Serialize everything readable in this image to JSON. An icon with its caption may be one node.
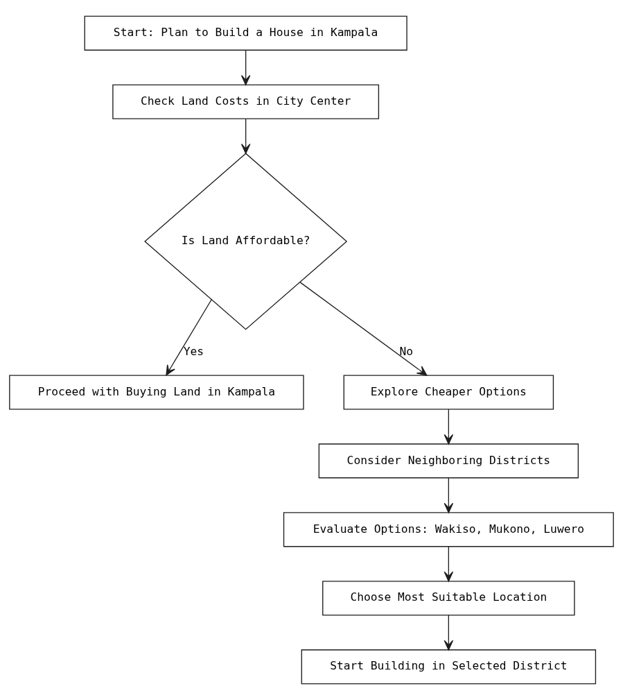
{
  "diagram": {
    "nodes": [
      {
        "text": [
          "Start: Plan to Build a House in Kampala"
        ]
      },
      {
        "text": [
          "Check Land Costs in City Center"
        ]
      },
      {
        "text": [
          "Is Land Affordable?"
        ]
      },
      {
        "text": [
          "Proceed with Buying Land in Kampala"
        ]
      },
      {
        "text": [
          "Explore Cheaper Options"
        ]
      },
      {
        "text": [
          "Consider Neighboring Districts"
        ]
      },
      {
        "text": [
          "Evaluate Options: Wakiso, Mukono, Luwero"
        ]
      },
      {
        "text": [
          "Choose Most Suitable Location"
        ]
      },
      {
        "text": [
          "Start Building in Selected District"
        ]
      }
    ],
    "edges": [
      {
        "from": 0,
        "to": 1,
        "arrow": "to"
      },
      {
        "from": 1,
        "to": 2,
        "arrow": "to"
      },
      {
        "from": 2,
        "to": 3,
        "arrow": "to",
        "label": "Yes"
      },
      {
        "from": 2,
        "to": 4,
        "arrow": "to",
        "label": "No"
      },
      {
        "from": 4,
        "to": 5,
        "arrow": "to"
      },
      {
        "from": 5,
        "to": 6,
        "arrow": "to"
      },
      {
        "from": 6,
        "to": 7,
        "arrow": "to"
      },
      {
        "from": 7,
        "to": 8,
        "arrow": "to"
      }
    ]
  }
}
